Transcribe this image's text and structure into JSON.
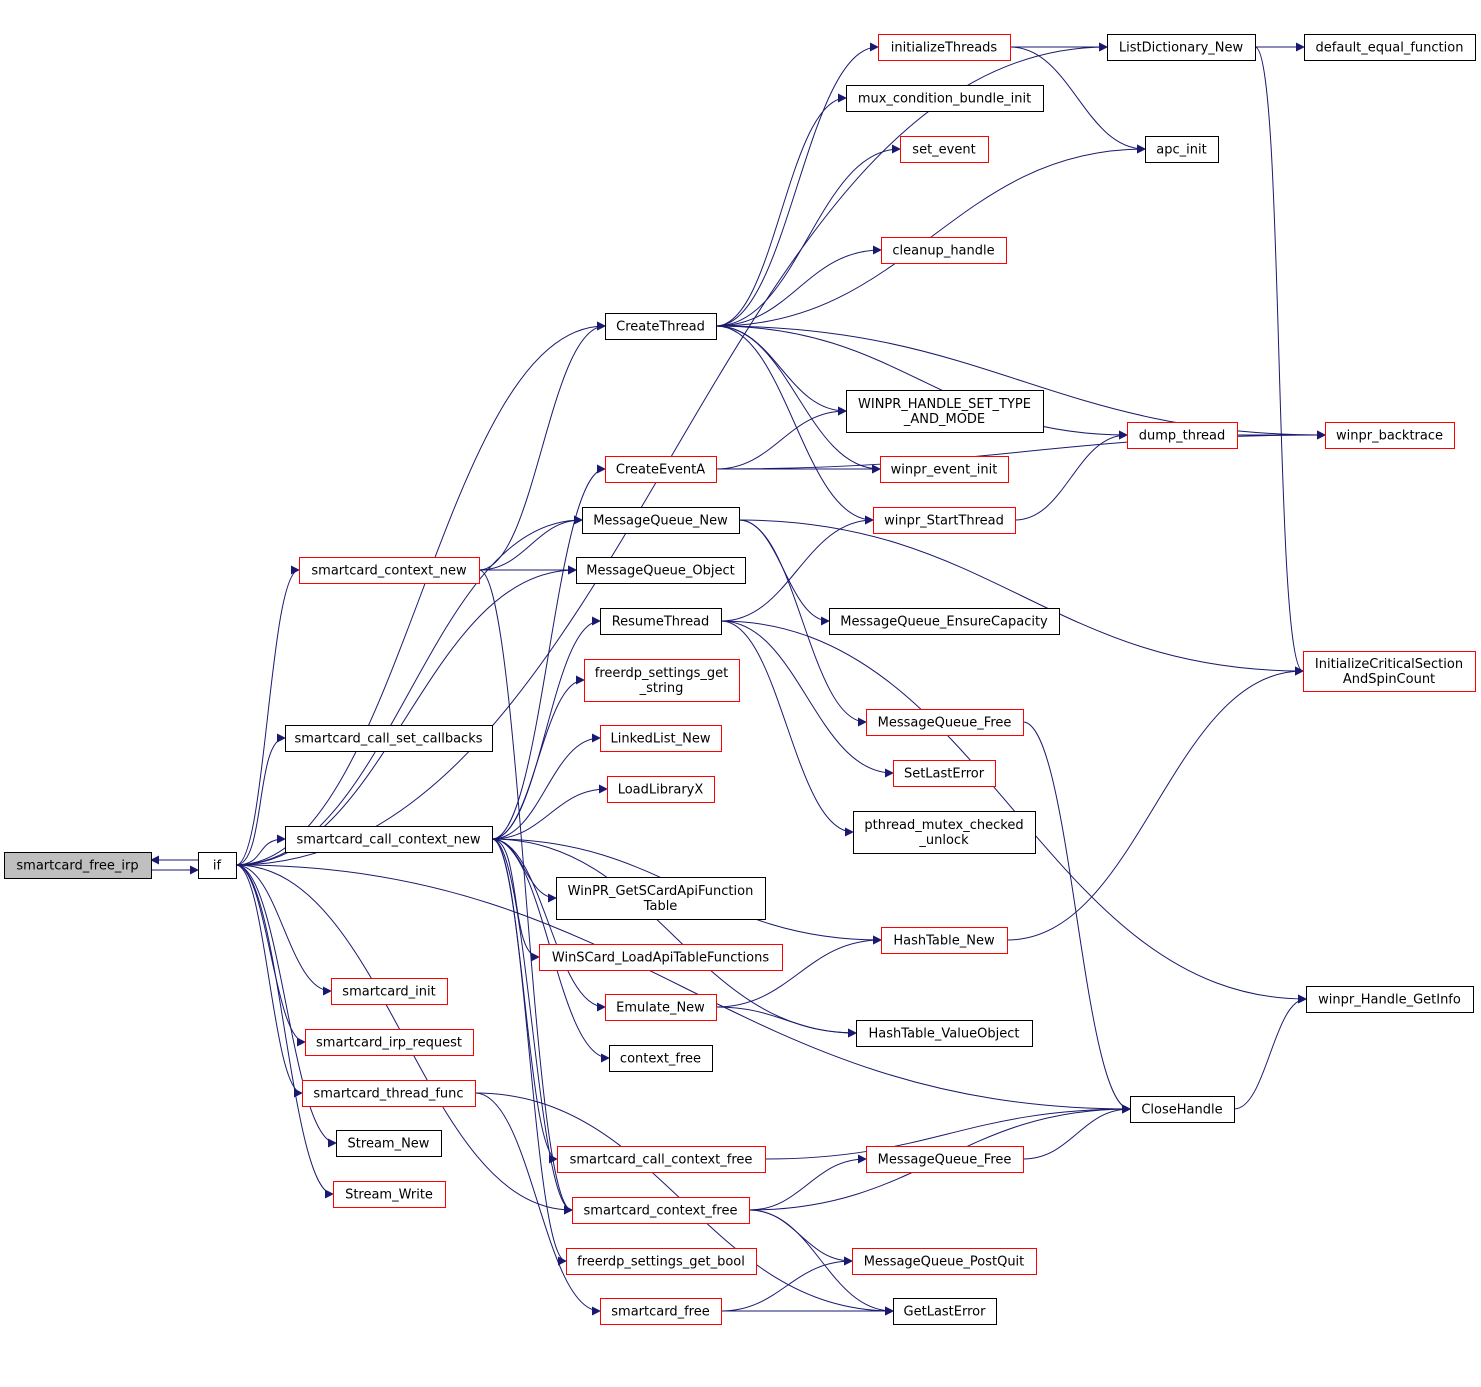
{
  "colors": {
    "edge": "#191970",
    "border_black": "#000000",
    "border_red": "#ff0000",
    "focus_fill": "#bfbfbf",
    "node_fill": "#ffffff",
    "text": "#000000"
  },
  "nodes": [
    {
      "id": "smartcard_free_irp",
      "lines": [
        "smartcard_free_irp"
      ],
      "border": "black",
      "focus": true,
      "clickable": false
    },
    {
      "id": "if",
      "lines": [
        "if"
      ],
      "border": "black",
      "focus": false,
      "clickable": true
    },
    {
      "id": "CreateThread",
      "lines": [
        "CreateThread"
      ],
      "border": "black",
      "focus": false,
      "clickable": true
    },
    {
      "id": "smartcard_context_new",
      "lines": [
        "smartcard_context_new"
      ],
      "border": "red",
      "focus": false,
      "clickable": true
    },
    {
      "id": "smartcard_call_set_callbacks",
      "lines": [
        "smartcard_call_set_callbacks"
      ],
      "border": "black",
      "focus": false,
      "clickable": true
    },
    {
      "id": "smartcard_call_context_new",
      "lines": [
        "smartcard_call_context_new"
      ],
      "border": "black",
      "focus": false,
      "clickable": true
    },
    {
      "id": "smartcard_init",
      "lines": [
        "smartcard_init"
      ],
      "border": "red",
      "focus": false,
      "clickable": true
    },
    {
      "id": "smartcard_irp_request",
      "lines": [
        "smartcard_irp_request"
      ],
      "border": "red",
      "focus": false,
      "clickable": true
    },
    {
      "id": "smartcard_thread_func",
      "lines": [
        "smartcard_thread_func"
      ],
      "border": "red",
      "focus": false,
      "clickable": true
    },
    {
      "id": "Stream_New",
      "lines": [
        "Stream_New"
      ],
      "border": "black",
      "focus": false,
      "clickable": true
    },
    {
      "id": "Stream_Write",
      "lines": [
        "Stream_Write"
      ],
      "border": "red",
      "focus": false,
      "clickable": true
    },
    {
      "id": "CreateEventA",
      "lines": [
        "CreateEventA"
      ],
      "border": "red",
      "focus": false,
      "clickable": true
    },
    {
      "id": "MessageQueue_New",
      "lines": [
        "MessageQueue_New"
      ],
      "border": "black",
      "focus": false,
      "clickable": true
    },
    {
      "id": "MessageQueue_Object",
      "lines": [
        "MessageQueue_Object"
      ],
      "border": "black",
      "focus": false,
      "clickable": true
    },
    {
      "id": "ResumeThread",
      "lines": [
        "ResumeThread"
      ],
      "border": "black",
      "focus": false,
      "clickable": true
    },
    {
      "id": "freerdp_settings_get_string",
      "lines": [
        "freerdp_settings_get",
        "_string"
      ],
      "border": "red",
      "focus": false,
      "clickable": true
    },
    {
      "id": "LinkedList_New",
      "lines": [
        "LinkedList_New"
      ],
      "border": "red",
      "focus": false,
      "clickable": true
    },
    {
      "id": "LoadLibraryX",
      "lines": [
        "LoadLibraryX"
      ],
      "border": "red",
      "focus": false,
      "clickable": true
    },
    {
      "id": "WinPR_GetSCardApiFunctionTable",
      "lines": [
        "WinPR_GetSCardApiFunction",
        "Table"
      ],
      "border": "black",
      "focus": false,
      "clickable": true
    },
    {
      "id": "WinSCard_LoadApiTableFunctions",
      "lines": [
        "WinSCard_LoadApiTableFunctions"
      ],
      "border": "red",
      "focus": false,
      "clickable": true
    },
    {
      "id": "Emulate_New",
      "lines": [
        "Emulate_New"
      ],
      "border": "red",
      "focus": false,
      "clickable": true
    },
    {
      "id": "context_free",
      "lines": [
        "context_free"
      ],
      "border": "black",
      "focus": false,
      "clickable": true
    },
    {
      "id": "smartcard_call_context_free",
      "lines": [
        "smartcard_call_context_free"
      ],
      "border": "red",
      "focus": false,
      "clickable": true
    },
    {
      "id": "smartcard_context_free",
      "lines": [
        "smartcard_context_free"
      ],
      "border": "red",
      "focus": false,
      "clickable": true
    },
    {
      "id": "freerdp_settings_get_bool",
      "lines": [
        "freerdp_settings_get_bool"
      ],
      "border": "red",
      "focus": false,
      "clickable": true
    },
    {
      "id": "smartcard_free",
      "lines": [
        "smartcard_free"
      ],
      "border": "red",
      "focus": false,
      "clickable": true
    },
    {
      "id": "initializeThreads",
      "lines": [
        "initializeThreads"
      ],
      "border": "red",
      "focus": false,
      "clickable": true
    },
    {
      "id": "mux_condition_bundle_init",
      "lines": [
        "mux_condition_bundle_init"
      ],
      "border": "black",
      "focus": false,
      "clickable": true
    },
    {
      "id": "set_event",
      "lines": [
        "set_event"
      ],
      "border": "red",
      "focus": false,
      "clickable": true
    },
    {
      "id": "cleanup_handle",
      "lines": [
        "cleanup_handle"
      ],
      "border": "red",
      "focus": false,
      "clickable": true
    },
    {
      "id": "WINPR_HANDLE_SET_TYPE_AND_MODE",
      "lines": [
        "WINPR_HANDLE_SET_TYPE",
        "_AND_MODE"
      ],
      "border": "black",
      "focus": false,
      "clickable": true
    },
    {
      "id": "winpr_event_init",
      "lines": [
        "winpr_event_init"
      ],
      "border": "red",
      "focus": false,
      "clickable": true
    },
    {
      "id": "winpr_StartThread",
      "lines": [
        "winpr_StartThread"
      ],
      "border": "red",
      "focus": false,
      "clickable": true
    },
    {
      "id": "MessageQueue_EnsureCapacity",
      "lines": [
        "MessageQueue_EnsureCapacity"
      ],
      "border": "black",
      "focus": false,
      "clickable": true
    },
    {
      "id": "MessageQueue_Free_1",
      "lines": [
        "MessageQueue_Free"
      ],
      "border": "red",
      "focus": false,
      "clickable": true
    },
    {
      "id": "SetLastError",
      "lines": [
        "SetLastError"
      ],
      "border": "red",
      "focus": false,
      "clickable": true
    },
    {
      "id": "pthread_mutex_checked_unlock",
      "lines": [
        "pthread_mutex_checked",
        "_unlock"
      ],
      "border": "black",
      "focus": false,
      "clickable": true
    },
    {
      "id": "HashTable_New",
      "lines": [
        "HashTable_New"
      ],
      "border": "red",
      "focus": false,
      "clickable": true
    },
    {
      "id": "HashTable_ValueObject",
      "lines": [
        "HashTable_ValueObject"
      ],
      "border": "black",
      "focus": false,
      "clickable": true
    },
    {
      "id": "MessageQueue_Free_2",
      "lines": [
        "MessageQueue_Free"
      ],
      "border": "red",
      "focus": false,
      "clickable": true
    },
    {
      "id": "MessageQueue_PostQuit",
      "lines": [
        "MessageQueue_PostQuit"
      ],
      "border": "red",
      "focus": false,
      "clickable": true
    },
    {
      "id": "GetLastError",
      "lines": [
        "GetLastError"
      ],
      "border": "black",
      "focus": false,
      "clickable": true
    },
    {
      "id": "ListDictionary_New",
      "lines": [
        "ListDictionary_New"
      ],
      "border": "black",
      "focus": false,
      "clickable": true
    },
    {
      "id": "apc_init",
      "lines": [
        "apc_init"
      ],
      "border": "black",
      "focus": false,
      "clickable": true
    },
    {
      "id": "dump_thread",
      "lines": [
        "dump_thread"
      ],
      "border": "red",
      "focus": false,
      "clickable": true
    },
    {
      "id": "CloseHandle",
      "lines": [
        "CloseHandle"
      ],
      "border": "black",
      "focus": false,
      "clickable": true
    },
    {
      "id": "default_equal_function",
      "lines": [
        "default_equal_function"
      ],
      "border": "black",
      "focus": false,
      "clickable": true
    },
    {
      "id": "winpr_backtrace",
      "lines": [
        "winpr_backtrace"
      ],
      "border": "red",
      "focus": false,
      "clickable": true
    },
    {
      "id": "InitializeCriticalSectionAndSpinCount",
      "lines": [
        "InitializeCriticalSection",
        "AndSpinCount"
      ],
      "border": "red",
      "focus": false,
      "clickable": true
    },
    {
      "id": "winpr_Handle_GetInfo",
      "lines": [
        "winpr_Handle_GetInfo"
      ],
      "border": "black",
      "focus": false,
      "clickable": true
    }
  ],
  "edges": [
    {
      "from": "smartcard_free_irp",
      "to": "if"
    },
    {
      "from": "if",
      "to": "smartcard_free_irp"
    },
    {
      "from": "if",
      "to": "CreateThread"
    },
    {
      "from": "if",
      "to": "smartcard_context_new"
    },
    {
      "from": "if",
      "to": "smartcard_call_set_callbacks"
    },
    {
      "from": "if",
      "to": "smartcard_call_context_new"
    },
    {
      "from": "if",
      "to": "smartcard_init"
    },
    {
      "from": "if",
      "to": "smartcard_irp_request"
    },
    {
      "from": "if",
      "to": "smartcard_thread_func"
    },
    {
      "from": "if",
      "to": "Stream_New"
    },
    {
      "from": "if",
      "to": "Stream_Write"
    },
    {
      "from": "if",
      "to": "ListDictionary_New"
    },
    {
      "from": "if",
      "to": "MessageQueue_New"
    },
    {
      "from": "if",
      "to": "MessageQueue_Object"
    },
    {
      "from": "if",
      "to": "CloseHandle"
    },
    {
      "from": "if",
      "to": "smartcard_context_free"
    },
    {
      "from": "smartcard_context_new",
      "to": "CreateThread"
    },
    {
      "from": "smartcard_context_new",
      "to": "MessageQueue_New"
    },
    {
      "from": "smartcard_context_new",
      "to": "MessageQueue_Object"
    },
    {
      "from": "smartcard_context_new",
      "to": "smartcard_context_free"
    },
    {
      "from": "smartcard_call_context_new",
      "to": "CreateEventA"
    },
    {
      "from": "smartcard_call_context_new",
      "to": "ResumeThread"
    },
    {
      "from": "smartcard_call_context_new",
      "to": "freerdp_settings_get_string"
    },
    {
      "from": "smartcard_call_context_new",
      "to": "LinkedList_New"
    },
    {
      "from": "smartcard_call_context_new",
      "to": "LoadLibraryX"
    },
    {
      "from": "smartcard_call_context_new",
      "to": "WinPR_GetSCardApiFunctionTable"
    },
    {
      "from": "smartcard_call_context_new",
      "to": "WinSCard_LoadApiTableFunctions"
    },
    {
      "from": "smartcard_call_context_new",
      "to": "Emulate_New"
    },
    {
      "from": "smartcard_call_context_new",
      "to": "context_free"
    },
    {
      "from": "smartcard_call_context_new",
      "to": "smartcard_call_context_free"
    },
    {
      "from": "smartcard_call_context_new",
      "to": "smartcard_context_free"
    },
    {
      "from": "smartcard_call_context_new",
      "to": "freerdp_settings_get_bool"
    },
    {
      "from": "smartcard_call_context_new",
      "to": "HashTable_New"
    },
    {
      "from": "smartcard_call_context_new",
      "to": "HashTable_ValueObject"
    },
    {
      "from": "smartcard_thread_func",
      "to": "smartcard_free"
    },
    {
      "from": "smartcard_thread_func",
      "to": "GetLastError"
    },
    {
      "from": "CreateThread",
      "to": "initializeThreads"
    },
    {
      "from": "CreateThread",
      "to": "mux_condition_bundle_init"
    },
    {
      "from": "CreateThread",
      "to": "set_event"
    },
    {
      "from": "CreateThread",
      "to": "apc_init"
    },
    {
      "from": "CreateThread",
      "to": "cleanup_handle"
    },
    {
      "from": "CreateThread",
      "to": "WINPR_HANDLE_SET_TYPE_AND_MODE"
    },
    {
      "from": "CreateThread",
      "to": "winpr_event_init"
    },
    {
      "from": "CreateThread",
      "to": "winpr_StartThread"
    },
    {
      "from": "CreateThread",
      "to": "dump_thread"
    },
    {
      "from": "CreateThread",
      "to": "winpr_backtrace"
    },
    {
      "from": "CreateEventA",
      "to": "WINPR_HANDLE_SET_TYPE_AND_MODE"
    },
    {
      "from": "CreateEventA",
      "to": "winpr_event_init"
    },
    {
      "from": "CreateEventA",
      "to": "winpr_backtrace"
    },
    {
      "from": "MessageQueue_New",
      "to": "MessageQueue_EnsureCapacity"
    },
    {
      "from": "MessageQueue_New",
      "to": "InitializeCriticalSectionAndSpinCount"
    },
    {
      "from": "MessageQueue_New",
      "to": "MessageQueue_Free_1"
    },
    {
      "from": "ResumeThread",
      "to": "winpr_StartThread"
    },
    {
      "from": "ResumeThread",
      "to": "SetLastError"
    },
    {
      "from": "ResumeThread",
      "to": "pthread_mutex_checked_unlock"
    },
    {
      "from": "ResumeThread",
      "to": "winpr_Handle_GetInfo"
    },
    {
      "from": "Emulate_New",
      "to": "HashTable_New"
    },
    {
      "from": "Emulate_New",
      "to": "HashTable_ValueObject"
    },
    {
      "from": "smartcard_call_context_free",
      "to": "CloseHandle"
    },
    {
      "from": "smartcard_context_free",
      "to": "MessageQueue_Free_2"
    },
    {
      "from": "smartcard_context_free",
      "to": "CloseHandle"
    },
    {
      "from": "smartcard_context_free",
      "to": "MessageQueue_PostQuit"
    },
    {
      "from": "smartcard_context_free",
      "to": "GetLastError"
    },
    {
      "from": "smartcard_free",
      "to": "MessageQueue_PostQuit"
    },
    {
      "from": "smartcard_free",
      "to": "GetLastError"
    },
    {
      "from": "initializeThreads",
      "to": "ListDictionary_New"
    },
    {
      "from": "initializeThreads",
      "to": "apc_init"
    },
    {
      "from": "ListDictionary_New",
      "to": "default_equal_function"
    },
    {
      "from": "ListDictionary_New",
      "to": "InitializeCriticalSectionAndSpinCount"
    },
    {
      "from": "winpr_StartThread",
      "to": "dump_thread"
    },
    {
      "from": "dump_thread",
      "to": "winpr_backtrace"
    },
    {
      "from": "MessageQueue_Free_1",
      "to": "CloseHandle"
    },
    {
      "from": "HashTable_New",
      "to": "InitializeCriticalSectionAndSpinCount"
    },
    {
      "from": "MessageQueue_Free_2",
      "to": "CloseHandle"
    },
    {
      "from": "CloseHandle",
      "to": "winpr_Handle_GetInfo"
    }
  ]
}
